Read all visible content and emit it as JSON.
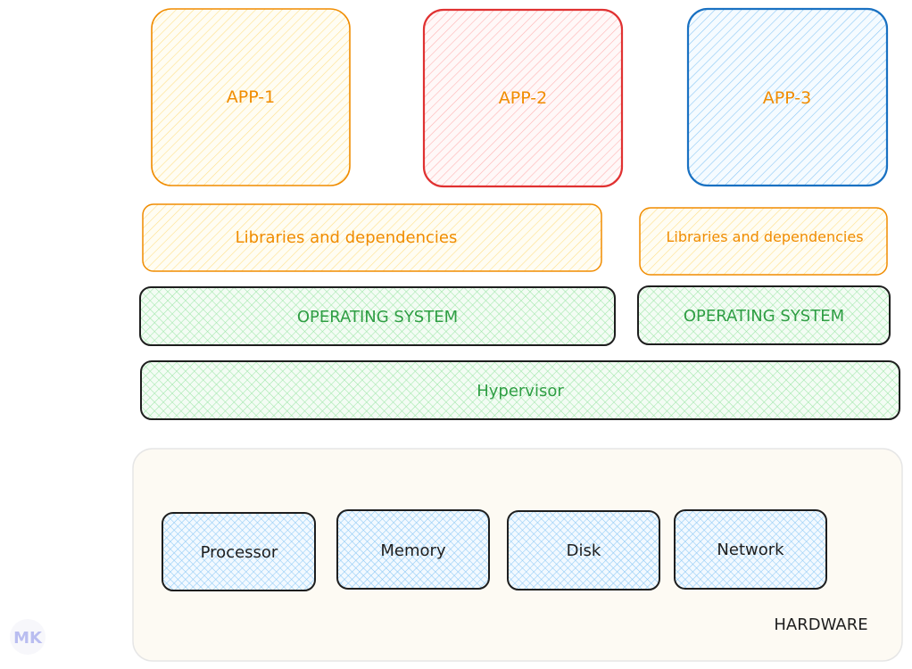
{
  "apps": [
    {
      "label": "APP-1",
      "color": "#f08c00",
      "fill": "#ffec99"
    },
    {
      "label": "APP-2",
      "color": "#e03131",
      "fill": "#ffc9c9"
    },
    {
      "label": "APP-3",
      "color": "#1971c2",
      "fill": "#a5d8ff"
    }
  ],
  "libraries": [
    {
      "label": "Libraries and dependencies"
    },
    {
      "label": "Libraries and dependencies"
    }
  ],
  "operating_systems": [
    {
      "label": "OPERATING SYSTEM"
    },
    {
      "label": "OPERATING SYSTEM"
    }
  ],
  "hypervisor": {
    "label": "Hypervisor"
  },
  "hardware": {
    "label": "HARDWARE",
    "components": [
      {
        "label": "Processor"
      },
      {
        "label": "Memory"
      },
      {
        "label": "Disk"
      },
      {
        "label": "Network"
      }
    ]
  },
  "logo": {
    "text": "MK"
  },
  "colors": {
    "orange": "#f08c00",
    "orange_fill": "#ffec99",
    "red": "#e03131",
    "red_fill": "#ffc9c9",
    "blue": "#1971c2",
    "blue_fill": "#a5d8ff",
    "green_text": "#2f9e44",
    "green_fill": "#b2f2bb",
    "dark": "#1e1e1e",
    "hardware_fill": "#fdfaf3"
  }
}
